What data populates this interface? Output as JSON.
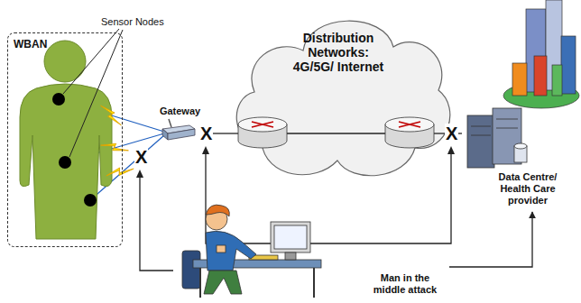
{
  "diagram": {
    "nodes": [
      {
        "text": [
          "WBAN"
        ]
      },
      {
        "text": [
          "Gateway"
        ]
      },
      {
        "text": [
          "Distribution Networks: 4G/5G/ Internet"
        ]
      },
      {
        "text": [
          "Data Centre/ Health Care provider"
        ]
      },
      {
        "text": [
          "Man in the middle attack"
        ]
      }
    ],
    "edges": [
      {
        "from": 1,
        "to": 2,
        "arrow": "none"
      },
      {
        "from": 2,
        "to": 3,
        "arrow": "none"
      },
      {
        "from": 4,
        "to": 3,
        "arrow": "to"
      }
    ],
    "labels": [
      "Sensor Nodes",
      "X",
      "X",
      "X"
    ]
  }
}
